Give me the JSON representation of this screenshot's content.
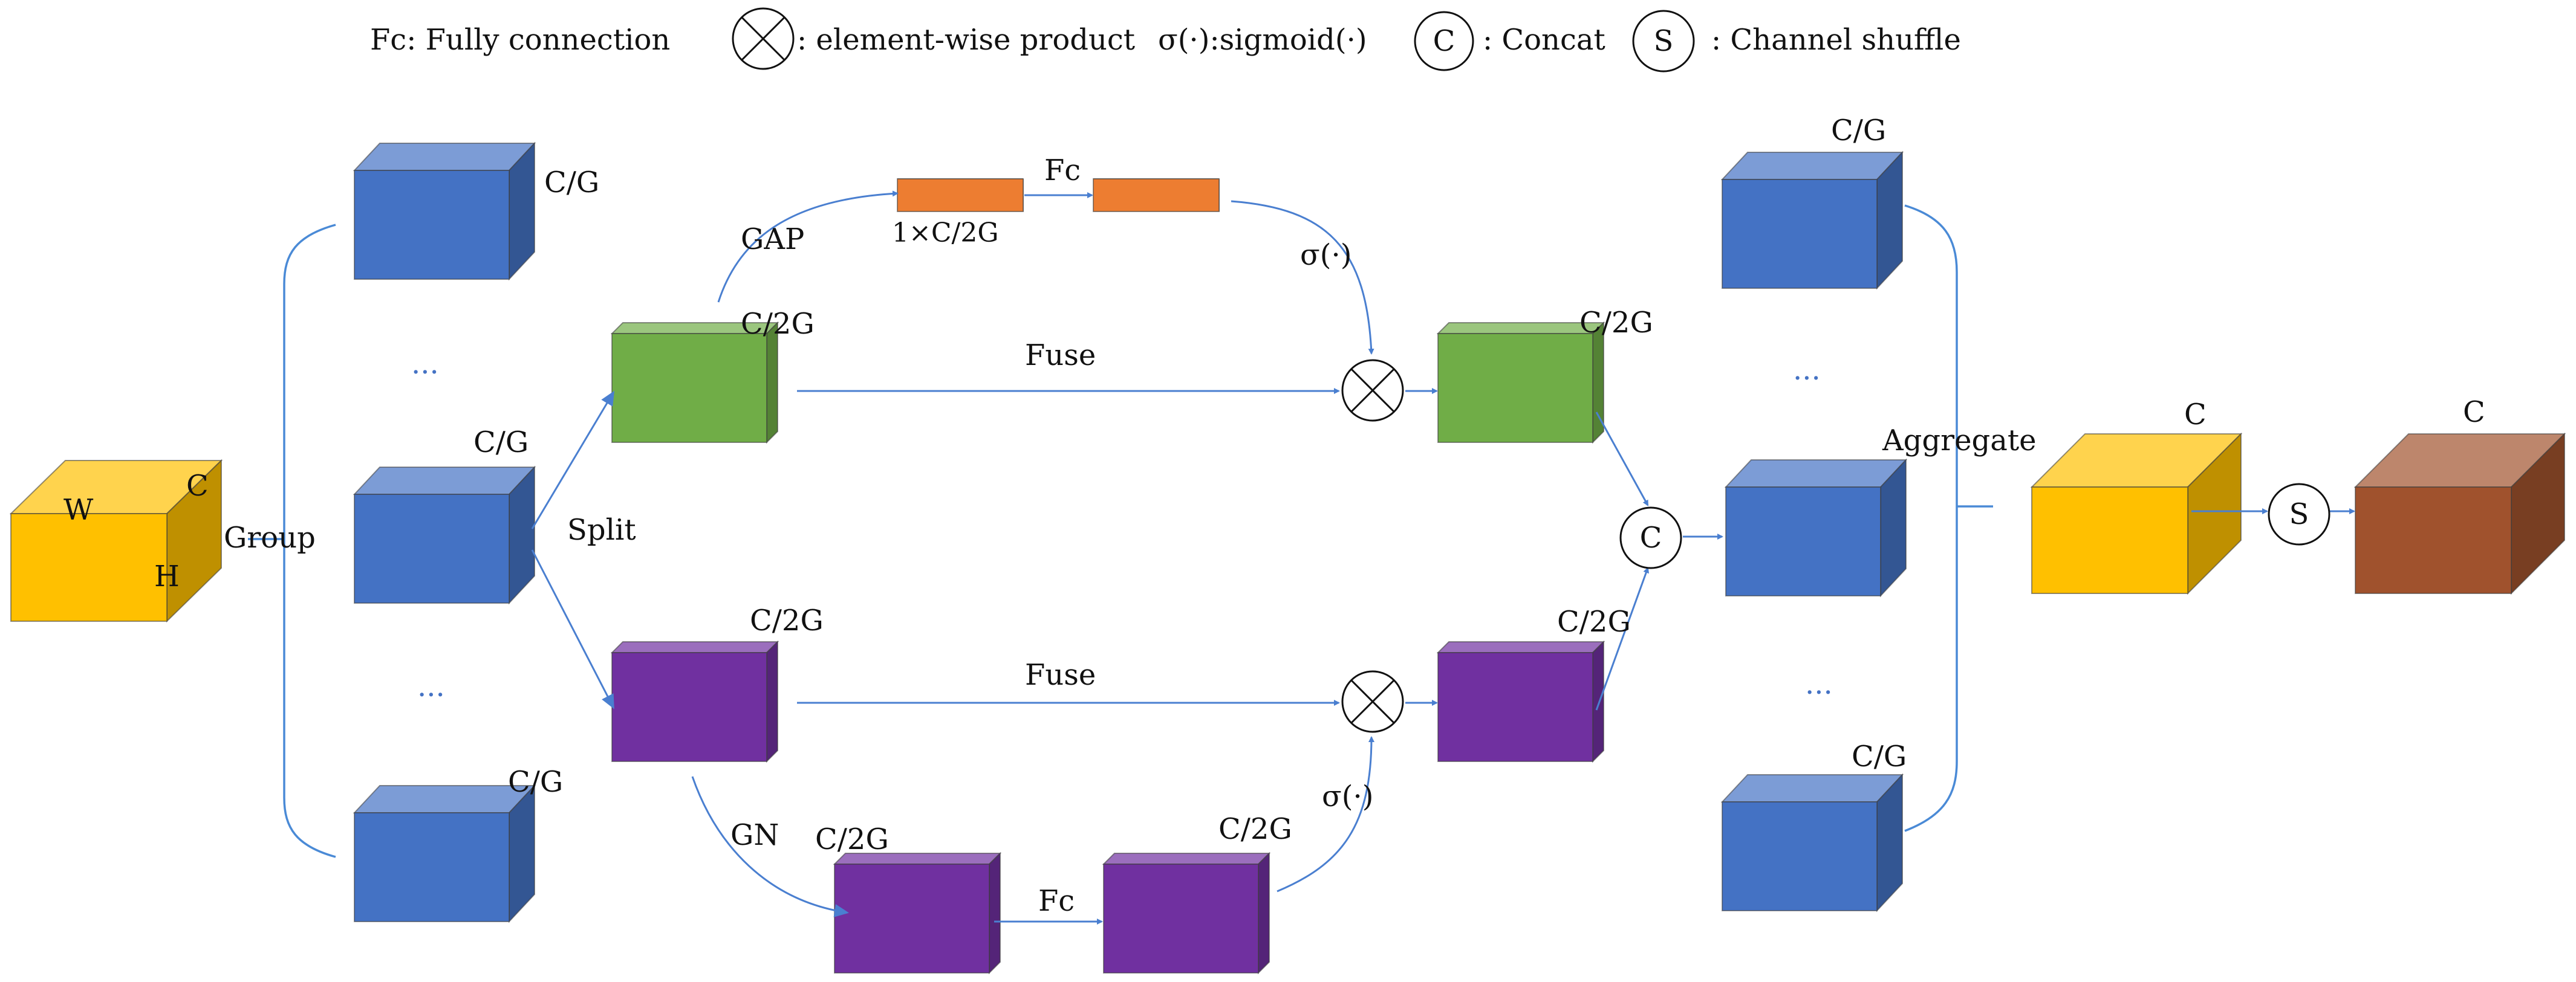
{
  "legend": {
    "fc": "Fc: Fully connection",
    "product": ": element-wise product",
    "sigmoid": "σ(·):sigmoid(·)",
    "concat_symbol": "C",
    "concat": ": Concat",
    "shuffle_symbol": "S",
    "shuffle": ": Channel shuffle"
  },
  "input": {
    "w": "W",
    "c": "C",
    "h": "H"
  },
  "group_label": "Group",
  "split_label": "Split",
  "aggregate_label": "Aggregate",
  "dots": "...",
  "groups_left": [
    "C/G",
    "C/G",
    "C/G"
  ],
  "groups_right": [
    "C/G",
    "C/G"
  ],
  "top_branch": {
    "in_label": "C/2G",
    "gap": "GAP",
    "vector_label": "1×C/2G",
    "fc": "Fc",
    "sigma": "σ(·)",
    "fuse": "Fuse",
    "out_label": "C/2G"
  },
  "bottom_branch": {
    "in_label": "C/2G",
    "gn": "GN",
    "gn_label": "C/2G",
    "fc": "Fc",
    "fc_label": "C/2G",
    "sigma": "σ(·)",
    "fuse": "Fuse",
    "out_label": "C/2G"
  },
  "concat_symbol": "C",
  "shuffle_symbol": "S",
  "aggregated_label": "C",
  "output_label": "C",
  "colors": {
    "input": "#ffc000",
    "group": "#4472c4",
    "top": "#70ad47",
    "bottom": "#7030a0",
    "vector": "#ed7d31",
    "output": "#a0522d",
    "line": "#4a7fd0"
  }
}
